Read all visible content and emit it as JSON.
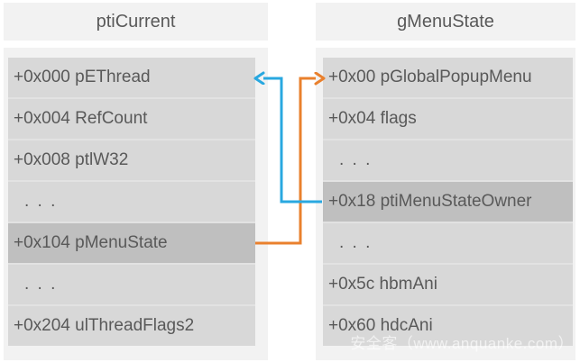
{
  "colors": {
    "panel_bg": "#f2f2f2",
    "row_bg": "#d8d8d8",
    "row_highlight_bg": "#bfbfbf",
    "separator": "#e2e2e2",
    "text": "#595959",
    "arrow_blue": "#29a8e0",
    "arrow_orange": "#e9802d"
  },
  "left_table": {
    "title": "ptiCurrent",
    "rows": [
      {
        "text": "+0x000 pEThread",
        "highlight": false
      },
      {
        "text": "+0x004 RefCount",
        "highlight": false
      },
      {
        "text": "+0x008 ptlW32",
        "highlight": false
      },
      {
        "text": ". . .",
        "highlight": false
      },
      {
        "text": "+0x104 pMenuState",
        "highlight": true
      },
      {
        "text": ". . .",
        "highlight": false
      },
      {
        "text": "+0x204 ulThreadFlags2",
        "highlight": false
      }
    ]
  },
  "right_table": {
    "title": "gMenuState",
    "rows": [
      {
        "text": "+0x00 pGlobalPopupMenu",
        "highlight": false
      },
      {
        "text": "+0x04 flags",
        "highlight": false
      },
      {
        "text": ". . .",
        "highlight": false
      },
      {
        "text": "+0x18 ptiMenuStateOwner",
        "highlight": true
      },
      {
        "text": ". . .",
        "highlight": false
      },
      {
        "text": "+0x5c hbmAni",
        "highlight": false
      },
      {
        "text": "+0x60 hdcAni",
        "highlight": false
      }
    ]
  },
  "arrows": [
    {
      "name": "pMenuState-points-to-gMenuState",
      "color_key": "arrow_orange",
      "from": "ptiCurrent.pMenuState",
      "to": "gMenuState.pGlobalPopupMenu"
    },
    {
      "name": "ptiMenuStateOwner-points-to-ptiCurrent",
      "color_key": "arrow_blue",
      "from": "gMenuState.ptiMenuStateOwner",
      "to": "ptiCurrent.pEThread"
    }
  ],
  "watermark": "安全客（www.anquanke.com）"
}
